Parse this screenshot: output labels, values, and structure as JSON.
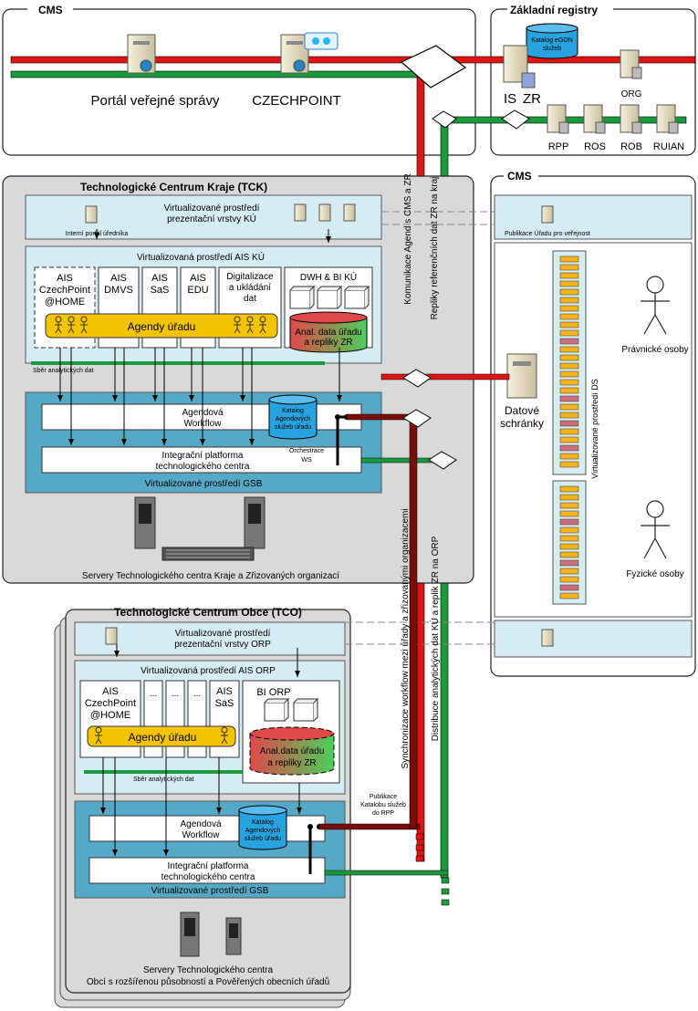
{
  "top": {
    "cms_label": "CMS",
    "registry_label": "Základní registry",
    "portal_label": "Portál veřejné správy",
    "czechpoint_label": "CZECHPOINT",
    "egon_catalog_l1": "Katalog eGON",
    "egon_catalog_l2": "služeb",
    "is_label": "IS",
    "zr_label": "ZR",
    "org_label": "ORG",
    "registries": [
      "RPP",
      "ROS",
      "ROB",
      "RUIAN"
    ]
  },
  "tck": {
    "title": "Technologické Centrum Kraje (TCK)",
    "pres_l1": "Virtualizované prostředí",
    "pres_l2": "prezentační vrstvy KÚ",
    "intranet_label": "Interní portál úředníka",
    "ais_env_label": "Virtualizovaná prostředí AIS KÚ",
    "ais_boxes": [
      {
        "l1": "AIS",
        "l2": "CzechPoint",
        "l3": "@HOME"
      },
      {
        "l1": "AIS",
        "l2": "DMVS",
        "l3": ""
      },
      {
        "l1": "AIS",
        "l2": "SaS",
        "l3": ""
      },
      {
        "l1": "AIS",
        "l2": "EDU",
        "l3": ""
      },
      {
        "l1": "Digitalizace",
        "l2": "a ukládání",
        "l3": "dat"
      }
    ],
    "dwh_label": "DWH & BI KÚ",
    "agendy_label": "Agendy úřadu",
    "anal_l1": "Anal. data úřadu",
    "anal_l2": "a repliky ZR",
    "sber_label": "Sběr analytických dat",
    "workflow_l1": "Agendová",
    "workflow_l2": "Workflow",
    "katalog_l1": "Katalog",
    "katalog_l2": "Agendových",
    "katalog_l3": "služeb úřadu",
    "integ_l1": "Integrační platforma",
    "integ_l2": "technologického centra",
    "orch_l1": "Orchestrace",
    "orch_l2": "WS",
    "gsb_label": "Virtualizované prostředí GSB",
    "servers_label": "Servery Technologického centra Kraje a Zřizovaných organizací"
  },
  "cms_right": {
    "title": "CMS",
    "publikace_label": "Publikace Úřadu pro veřejnost",
    "datove_l1": "Datové",
    "datove_l2": "schránky",
    "virt_ds_label": "Virtualizované prostředí DS"
  },
  "actors": {
    "pravnicke": "Právnické osoby",
    "fyzicke": "Fyzické osoby"
  },
  "vertical_labels": {
    "komunikace": "Komunikace Agend s CMS a ZR",
    "repliky": "Repliky referenčních dat ZR na kraj",
    "synchronizace": "Synchronizace workflow mezi úřady a zřizovanými organizacemi",
    "distribuce": "Distribuce analytických dat KÚ a replik ZR na ORP"
  },
  "tco": {
    "title": "Technologické Centrum Obce (TCO)",
    "pres_l1": "Virtualizované prostředí",
    "pres_l2": "prezentační vrstvy ORP",
    "ais_env_label": "Virtualizovaná prostředí AIS ORP",
    "ais_cp": {
      "l1": "AIS",
      "l2": "CzechPoint",
      "l3": "@HOME"
    },
    "ellipsis": "...",
    "ais_sas_l1": "AIS",
    "ais_sas_l2": "SaS",
    "bi_label": "BI ORP",
    "agendy_label": "Agendy úřadu",
    "anal_l1": "Anal.data úřadu",
    "anal_l2": "a repliky ZR",
    "sber_label": "Sběr analytických dat",
    "workflow_l1": "Agendová",
    "workflow_l2": "Workflow",
    "katalog_l1": "Katalog",
    "katalog_l2": "Agendových",
    "katalog_l3": "služeb úřadu",
    "integ_l1": "Integrační platforma",
    "integ_l2": "technologického centra",
    "gsb_label": "Virtualizované prostředí GSB",
    "publikace_l1": "Publikace",
    "publikace_l2": "Katalobu služeb",
    "publikace_l3": "do RPP",
    "servers_l1": "Servery Technologického centra",
    "servers_l2": "Obcí s rozšířenou působností a Pověřených obecních úřadů"
  },
  "colors": {
    "red": "#e01414",
    "green": "#1a9a3c",
    "env_blue": "#d6ecf3",
    "gsb_blue": "#55a9c6",
    "agendy_yellow": "#f5c400",
    "tc_gray": "#d9d9d9"
  }
}
